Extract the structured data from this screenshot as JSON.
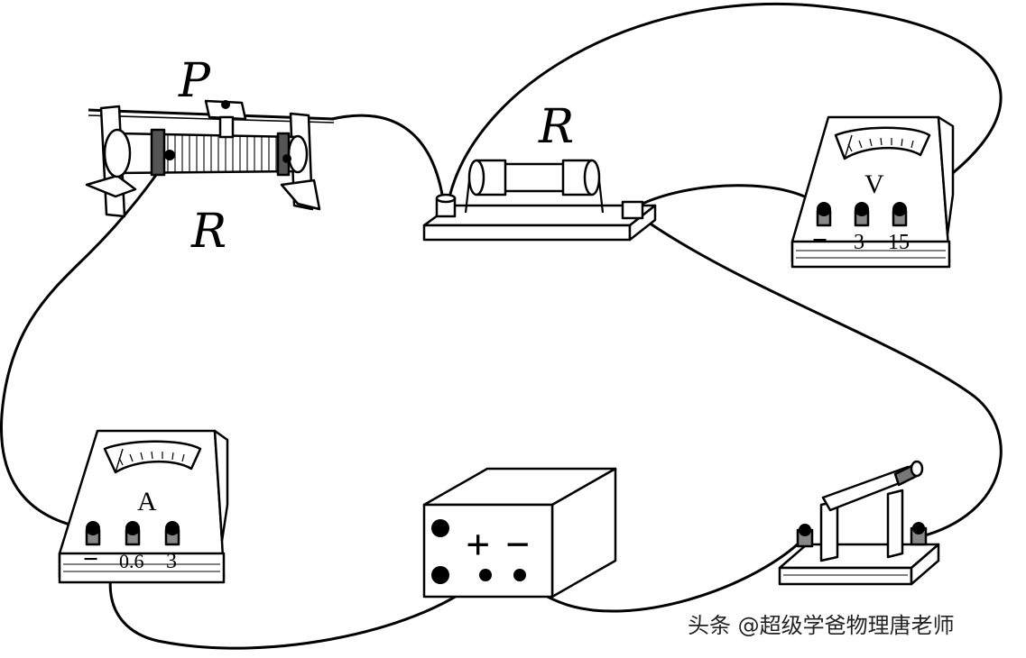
{
  "rheostat": {
    "slider_label": "P",
    "label": "R"
  },
  "resistor": {
    "label": "R"
  },
  "voltmeter": {
    "symbol": "V",
    "terminals": [
      "−",
      "3",
      "15"
    ]
  },
  "ammeter": {
    "symbol": "A",
    "terminals": [
      "−",
      "0.6",
      "3"
    ]
  },
  "battery": {
    "plus": "+",
    "minus": "−"
  },
  "watermark": "头条 @超级学爸物理唐老师"
}
